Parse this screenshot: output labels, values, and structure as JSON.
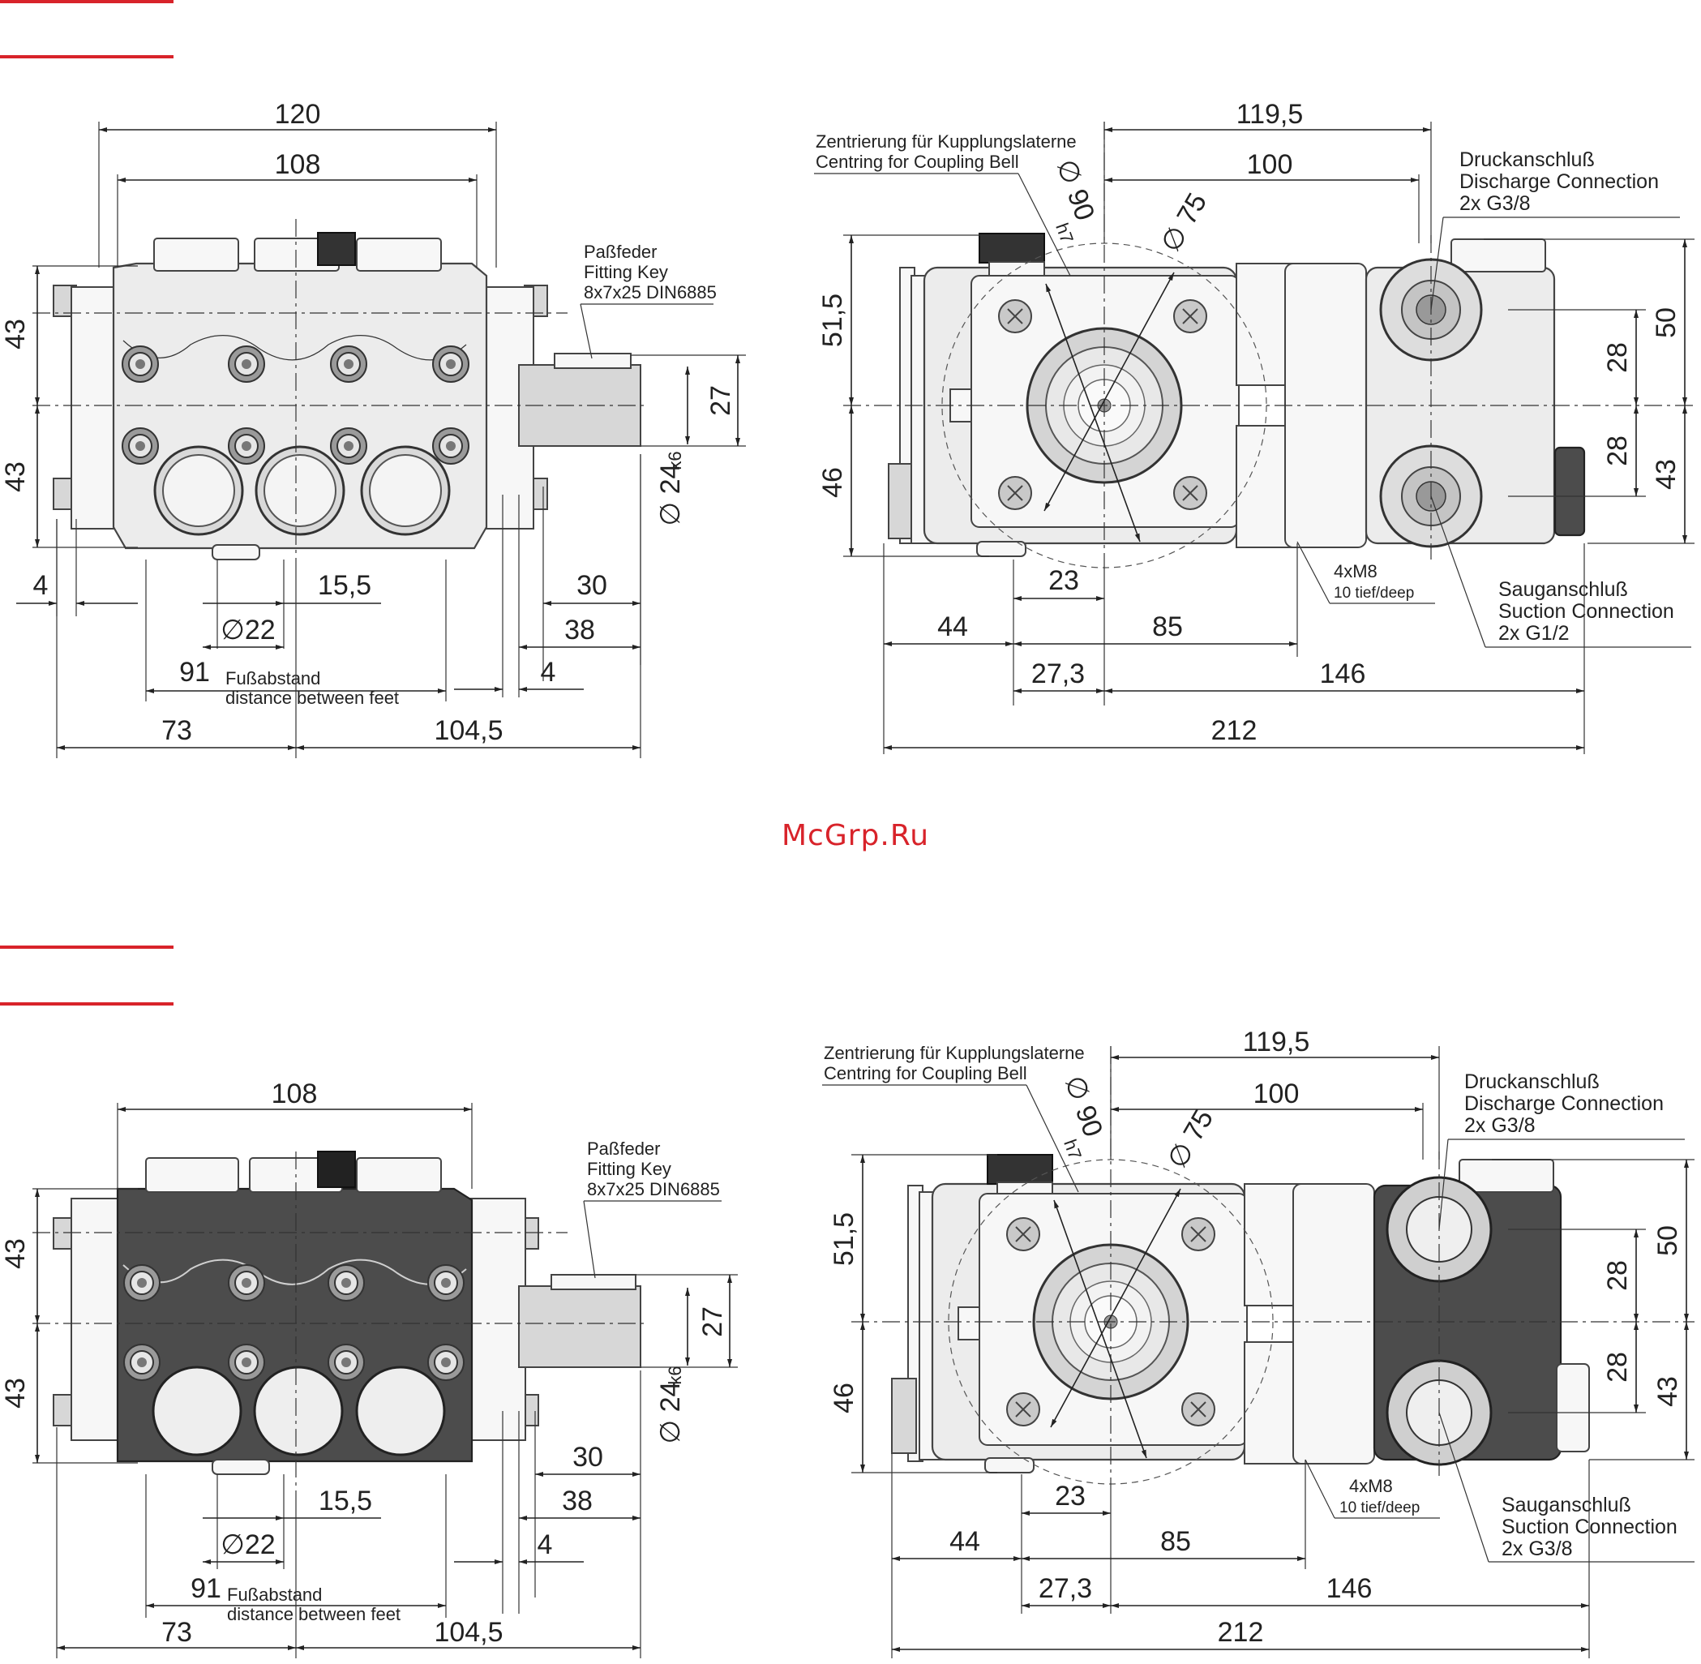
{
  "watermark": "McGrp.Ru",
  "variant_top": {
    "front": {
      "top_width": "120",
      "inner_width": "108",
      "height_upper": "43",
      "height_lower": "43",
      "key_label_1": "Paßfeder",
      "key_label_2": "Fitting Key",
      "key_label_3": "8x7x25 DIN6885",
      "shaft_height": "27",
      "shaft_diameter": "∅ 24",
      "shaft_tol": "k6",
      "left_offset": "4",
      "dim_15_5": "15,5",
      "dim_30": "30",
      "foot_hole": "∅22",
      "dim_38": "38",
      "dim_91": "91",
      "feet_label_1": "Fußabstand",
      "feet_label_2": "distance between feet",
      "dim_4_right": "4",
      "dim_73": "73",
      "dim_104_5": "104,5"
    },
    "side": {
      "centring_1": "Zentrierung für Kupplungslaterne",
      "centring_2": "Centring for Coupling Bell",
      "dia_90": "∅ 90",
      "dia_90_tol": "h7",
      "dia_75": "∅ 75",
      "top_119_5": "119,5",
      "top_100": "100",
      "discharge_1": "Druckanschluß",
      "discharge_2": "Discharge Connection",
      "discharge_3": "2x G3/8",
      "h_51_5": "51,5",
      "h_46": "46",
      "h_50": "50",
      "h_28a": "28",
      "h_28b": "28",
      "h_43": "43",
      "bolt_1": "4xM8",
      "bolt_2": "10 tief/deep",
      "suction_1": "Sauganschluß",
      "suction_2": "Suction Connection",
      "suction_3": "2x G1/2",
      "b_23": "23",
      "b_44": "44",
      "b_85": "85",
      "b_27_3": "27,3",
      "b_146": "146",
      "b_212": "212"
    }
  },
  "variant_bottom": {
    "front": {
      "inner_width": "108",
      "height_upper": "43",
      "height_lower": "43",
      "key_label_1": "Paßfeder",
      "key_label_2": "Fitting Key",
      "key_label_3": "8x7x25 DIN6885",
      "shaft_height": "27",
      "shaft_diameter": "∅ 24",
      "shaft_tol": "k6",
      "dim_30": "30",
      "dim_15_5": "15,5",
      "dim_38": "38",
      "foot_hole": "∅22",
      "dim_4_right": "4",
      "dim_91": "91",
      "feet_label_1": "Fußabstand",
      "feet_label_2": "distance between feet",
      "dim_73": "73",
      "dim_104_5": "104,5"
    },
    "side": {
      "centring_1": "Zentrierung für Kupplungslaterne",
      "centring_2": "Centring for Coupling Bell",
      "dia_90": "∅ 90",
      "dia_90_tol": "h7",
      "dia_75": "∅ 75",
      "top_119_5": "119,5",
      "top_100": "100",
      "discharge_1": "Druckanschluß",
      "discharge_2": "Discharge Connection",
      "discharge_3": "2x G3/8",
      "h_51_5": "51,5",
      "h_46": "46",
      "h_50": "50",
      "h_28a": "28",
      "h_28b": "28",
      "h_43": "43",
      "bolt_1": "4xM8",
      "bolt_2": "10 tief/deep",
      "suction_1": "Sauganschluß",
      "suction_2": "Suction Connection",
      "suction_3": "2x G3/8",
      "b_23": "23",
      "b_44": "44",
      "b_85": "85",
      "b_27_3": "27,3",
      "b_146": "146",
      "b_212": "212"
    }
  }
}
